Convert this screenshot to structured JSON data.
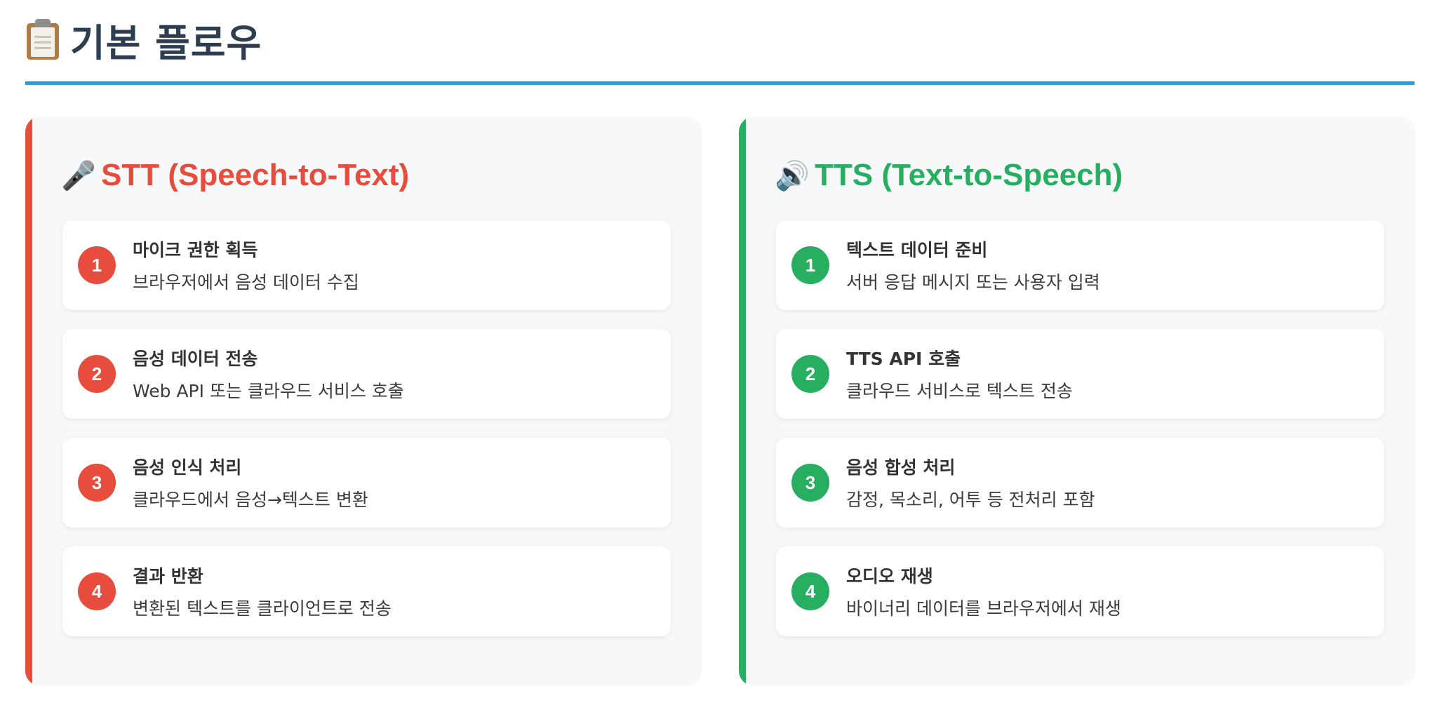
{
  "header": {
    "icon": "clipboard-icon",
    "title": "기본 플로우"
  },
  "colors": {
    "title": "#2c3e50",
    "rule": "#3a97cf",
    "stt_accent": "#e74c3c",
    "tts_accent": "#27ae60",
    "panel_bg": "#f7f8fa"
  },
  "stt": {
    "icon": "microphone-icon",
    "icon_glyph": "🎤",
    "title": "STT (Speech-to-Text)",
    "steps": [
      {
        "num": "1",
        "title": "마이크 권한 획득",
        "desc": "브라우저에서 음성 데이터 수집"
      },
      {
        "num": "2",
        "title": "음성 데이터 전송",
        "desc": "Web API 또는 클라우드 서비스 호출"
      },
      {
        "num": "3",
        "title": "음성 인식 처리",
        "desc": "클라우드에서 음성→텍스트 변환"
      },
      {
        "num": "4",
        "title": "결과 반환",
        "desc": "변환된 텍스트를 클라이언트로 전송"
      }
    ]
  },
  "tts": {
    "icon": "speaker-icon",
    "icon_glyph": "🔊",
    "title": "TTS (Text-to-Speech)",
    "steps": [
      {
        "num": "1",
        "title": "텍스트 데이터 준비",
        "desc": "서버 응답 메시지 또는 사용자 입력"
      },
      {
        "num": "2",
        "title": "TTS API 호출",
        "desc": "클라우드 서비스로 텍스트 전송"
      },
      {
        "num": "3",
        "title": "음성 합성 처리",
        "desc": "감정, 목소리, 어투 등 전처리 포함"
      },
      {
        "num": "4",
        "title": "오디오 재생",
        "desc": "바이너리 데이터를 브라우저에서 재생"
      }
    ]
  }
}
